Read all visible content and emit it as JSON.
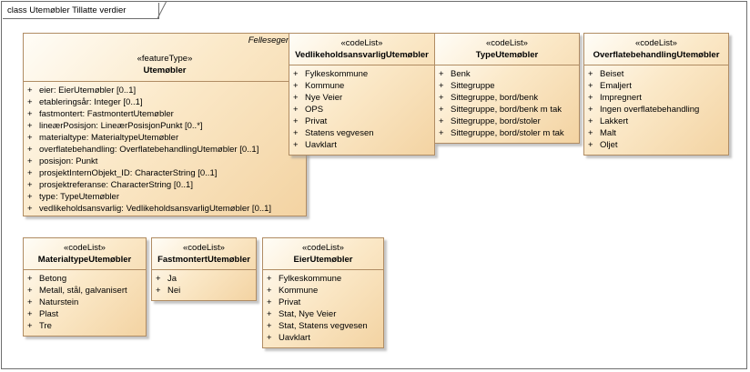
{
  "frame": {
    "title": "class Utemøbler Tillatte verdier"
  },
  "classes": {
    "utemobler": {
      "package": "Fellesegenska",
      "stereotype": "«featureType»",
      "name": "Utemøbler",
      "attrs": [
        "eier: EierUtemøbler [0..1]",
        "etableringsår: Integer [0..1]",
        "fastmontert: FastmontertUtemøbler",
        "lineærPosisjon: LineærPosisjonPunkt [0..*]",
        "materialtype: MaterialtypeUtemøbler",
        "overflatebehandling: OverflatebehandlingUtemøbler [0..1]",
        "posisjon: Punkt",
        "prosjektInternObjekt_ID: CharacterString [0..1]",
        "prosjektreferanse: CharacterString [0..1]",
        "type: TypeUtemøbler",
        "vedlikeholdsansvarlig: VedlikeholdsansvarligUtemøbler [0..1]"
      ]
    },
    "vedlikehold": {
      "stereotype": "«codeList»",
      "name": "VedlikeholdsansvarligUtemøbler",
      "attrs": [
        "Fylkeskommune",
        "Kommune",
        "Nye Veier",
        "OPS",
        "Privat",
        "Statens vegvesen",
        "Uavklart"
      ]
    },
    "type": {
      "stereotype": "«codeList»",
      "name": "TypeUtemøbler",
      "attrs": [
        "Benk",
        "Sittegruppe",
        "Sittegruppe, bord/benk",
        "Sittegruppe, bord/benk m tak",
        "Sittegruppe, bord/stoler",
        "Sittegruppe, bord/stoler m tak"
      ]
    },
    "overflate": {
      "stereotype": "«codeList»",
      "name": "OverflatebehandlingUtemøbler",
      "attrs": [
        "Beiset",
        "Emaljert",
        "Impregnert",
        "Ingen overflatebehandling",
        "Lakkert",
        "Malt",
        "Oljet"
      ]
    },
    "material": {
      "stereotype": "«codeList»",
      "name": "MaterialtypeUtemøbler",
      "attrs": [
        "Betong",
        "Metall, stål, galvanisert",
        "Naturstein",
        "Plast",
        "Tre"
      ]
    },
    "fastmontert": {
      "stereotype": "«codeList»",
      "name": "FastmontertUtemøbler",
      "attrs": [
        "Ja",
        "Nei"
      ]
    },
    "eier": {
      "stereotype": "«codeList»",
      "name": "EierUtemøbler",
      "attrs": [
        "Fylkeskommune",
        "Kommune",
        "Privat",
        "Stat, Nye Veier",
        "Stat, Statens vegvesen",
        "Uavklart"
      ]
    }
  },
  "visibility": "+"
}
